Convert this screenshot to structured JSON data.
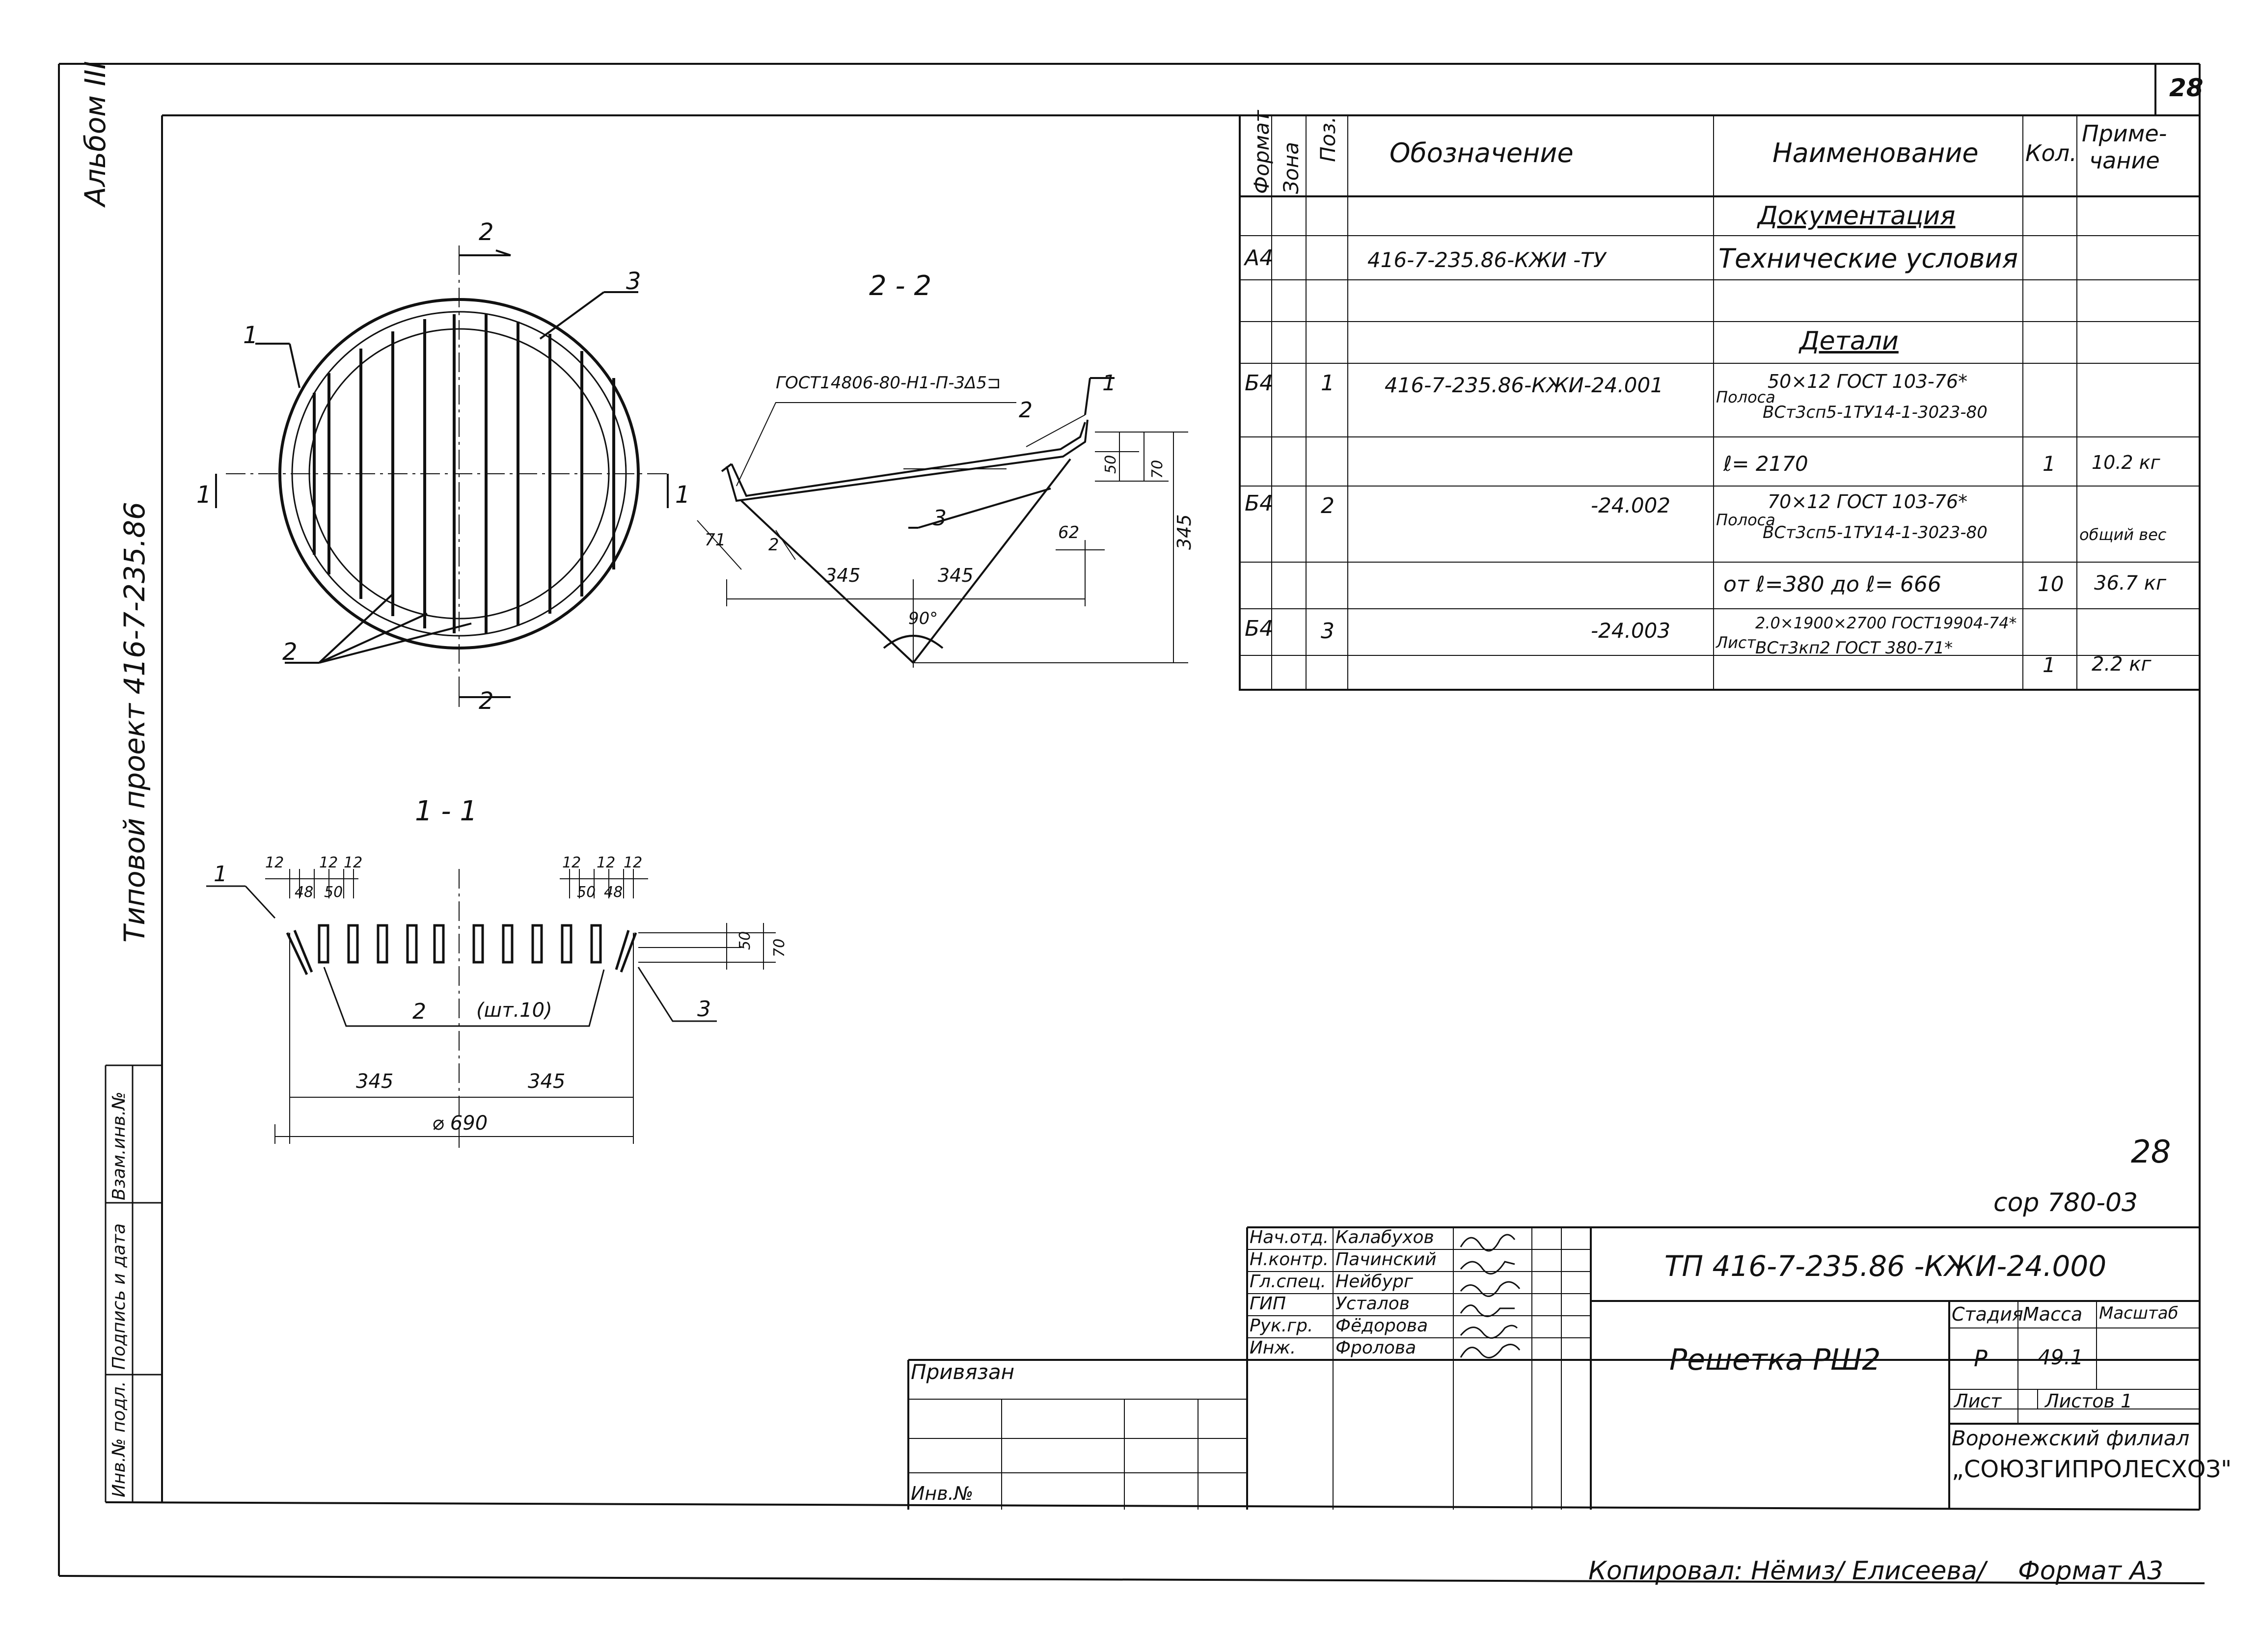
{
  "sheet_number": "28",
  "sheet_number_handwritten": "28",
  "margin": {
    "album": "Альбом III",
    "project": "Типовой проект 416-7-235.86",
    "stamp_inv": "Инв.№ подл.",
    "stamp_sign": "Подпись и дата",
    "stamp_replace": "Взам.инв.№"
  },
  "views": {
    "view_1_1": "1 - 1",
    "view_2_2": "2 - 2",
    "section_mark_2": "2",
    "section_mark_1": "1",
    "weld_note": "ГОСТ14806-80-Н1-П-3Δ5⊐"
  },
  "dims": {
    "d345": "345",
    "d690": "⌀ 690",
    "d12": "12",
    "d48": "48",
    "d50": "50",
    "d70": "70",
    "d71": "71",
    "d62": "62",
    "d90": "90°",
    "d2": "2",
    "qty_note": "(шт.10)",
    "pos1": "1",
    "pos2": "2",
    "pos3": "3"
  },
  "spec": {
    "headers": {
      "format": "Формат",
      "zone": "Зона",
      "pos": "Поз.",
      "designation": "Обозначение",
      "name": "Наименование",
      "qty": "Кол.",
      "note_line1": "Приме-",
      "note_line2": "чание"
    },
    "section_docs": "Документация",
    "section_parts": "Детали",
    "rows": [
      {
        "format": "А4",
        "pos": "",
        "designation": "416-7-235.86-КЖИ -ТУ",
        "name": "Технические условия",
        "qty": "",
        "note": ""
      },
      {
        "format": "Б4",
        "pos": "1",
        "designation": "416-7-235.86-КЖИ-24.001",
        "name_prefix": "Полоса",
        "name_top": "50×12 ГОСТ 103-76*",
        "name_bottom": "ВСт3сп5-1ТУ14-1-3023-80",
        "qty": "",
        "note": ""
      },
      {
        "name": "ℓ= 2170",
        "qty": "1",
        "note": "10.2 кг"
      },
      {
        "format": "Б4",
        "pos": "2",
        "designation": "-24.002",
        "name_prefix": "Полоса",
        "name_top": "70×12 ГОСТ 103-76*",
        "name_bottom": "ВСт3сп5-1ТУ14-1-3023-80",
        "qty": "",
        "note": "общий вес"
      },
      {
        "name": "от ℓ=380 до ℓ= 666",
        "qty": "10",
        "note": "36.7 кг"
      },
      {
        "format": "Б4",
        "pos": "3",
        "designation": "-24.003",
        "name_prefix": "Лист",
        "name_top": "2.0×1900×2700 ГОСТ19904-74*",
        "name_bottom": "ВСт3кп2 ГОСТ 380-71*",
        "qty": "1",
        "note": "2.2 кг"
      }
    ]
  },
  "title_block": {
    "code_small": "сор 780-03",
    "designation": "ТП 416-7-235.86 -КЖИ-24.000",
    "title": "Решетка РШ2",
    "stage_label": "Стадия",
    "mass_label": "Масса",
    "scale_label": "Масштаб",
    "stage": "Р",
    "mass": "49.1",
    "sheet_label": "Лист",
    "sheets_label": "Листов 1",
    "org_line1": "Воронежский филиал",
    "org_line2": "„СОЮЗГИПРОЛЕСХОЗ\"",
    "attached": "Привязан",
    "inv_no": "Инв.№",
    "people": [
      {
        "role": "Нач.отд.",
        "name": "Калабухов"
      },
      {
        "role": "Н.контр.",
        "name": "Пачинский"
      },
      {
        "role": "Гл.спец.",
        "name": "Нейбург"
      },
      {
        "role": "ГИП",
        "name": "Усталов"
      },
      {
        "role": "Рук.гр.",
        "name": "Фёдорова"
      },
      {
        "role": "Инж.",
        "name": "Фролова"
      }
    ]
  },
  "footer": {
    "copied": "Копировал: Нёмиз/ Елисеева/",
    "format": "Формат А3"
  }
}
